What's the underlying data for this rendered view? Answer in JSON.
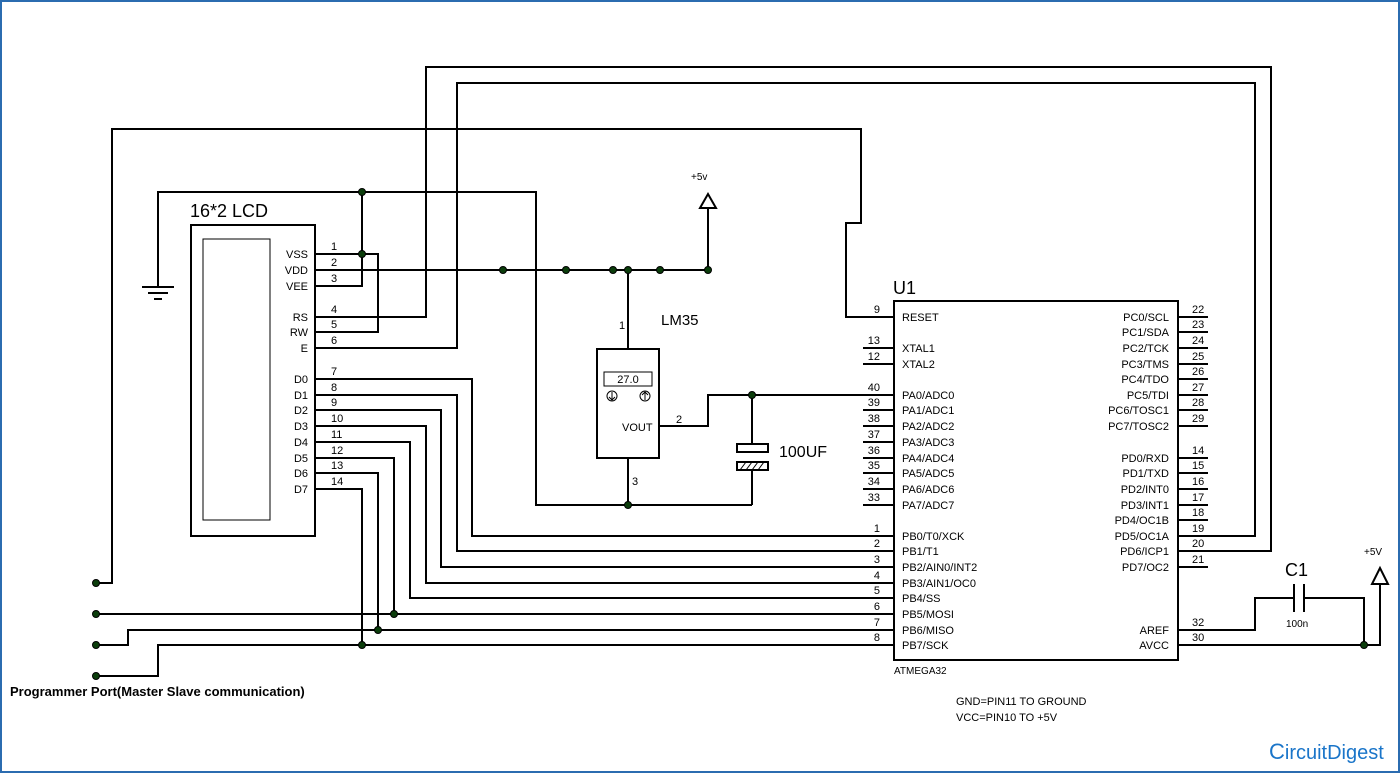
{
  "lcd": {
    "title": "16*2 LCD",
    "pins": [
      {
        "name": "VSS",
        "num": "1"
      },
      {
        "name": "VDD",
        "num": "2"
      },
      {
        "name": "VEE",
        "num": "3"
      },
      {
        "name": "RS",
        "num": "4"
      },
      {
        "name": "RW",
        "num": "5"
      },
      {
        "name": "E",
        "num": "6"
      },
      {
        "name": "D0",
        "num": "7"
      },
      {
        "name": "D1",
        "num": "8"
      },
      {
        "name": "D2",
        "num": "9"
      },
      {
        "name": "D3",
        "num": "10"
      },
      {
        "name": "D4",
        "num": "11"
      },
      {
        "name": "D5",
        "num": "12"
      },
      {
        "name": "D6",
        "num": "13"
      },
      {
        "name": "D7",
        "num": "14"
      }
    ]
  },
  "lm35": {
    "title": "LM35",
    "display": "27.0",
    "vout": "VOUT",
    "pin1": "1",
    "pin2": "2",
    "pin3": "3",
    "icon_left": "arrow-down-circle-icon",
    "icon_right": "arrow-up-circle-icon"
  },
  "capacitor_100uf": {
    "label": "100UF"
  },
  "power_top": {
    "label": "+5v"
  },
  "mcu": {
    "ref": "U1",
    "part": "ATMEGA32",
    "left_pins": [
      {
        "name": "RESET",
        "num": "9"
      },
      {
        "name": "XTAL1",
        "num": "13"
      },
      {
        "name": "XTAL2",
        "num": "12"
      },
      {
        "name": "PA0/ADC0",
        "num": "40"
      },
      {
        "name": "PA1/ADC1",
        "num": "39"
      },
      {
        "name": "PA2/ADC2",
        "num": "38"
      },
      {
        "name": "PA3/ADC3",
        "num": "37"
      },
      {
        "name": "PA4/ADC4",
        "num": "36"
      },
      {
        "name": "PA5/ADC5",
        "num": "35"
      },
      {
        "name": "PA6/ADC6",
        "num": "34"
      },
      {
        "name": "PA7/ADC7",
        "num": "33"
      },
      {
        "name": "PB0/T0/XCK",
        "num": "1"
      },
      {
        "name": "PB1/T1",
        "num": "2"
      },
      {
        "name": "PB2/AIN0/INT2",
        "num": "3"
      },
      {
        "name": "PB3/AIN1/OC0",
        "num": "4"
      },
      {
        "name": "PB4/SS",
        "num": "5"
      },
      {
        "name": "PB5/MOSI",
        "num": "6"
      },
      {
        "name": "PB6/MISO",
        "num": "7"
      },
      {
        "name": "PB7/SCK",
        "num": "8"
      }
    ],
    "right_pins": [
      {
        "name": "PC0/SCL",
        "num": "22"
      },
      {
        "name": "PC1/SDA",
        "num": "23"
      },
      {
        "name": "PC2/TCK",
        "num": "24"
      },
      {
        "name": "PC3/TMS",
        "num": "25"
      },
      {
        "name": "PC4/TDO",
        "num": "26"
      },
      {
        "name": "PC5/TDI",
        "num": "27"
      },
      {
        "name": "PC6/TOSC1",
        "num": "28"
      },
      {
        "name": "PC7/TOSC2",
        "num": "29"
      },
      {
        "name": "PD0/RXD",
        "num": "14"
      },
      {
        "name": "PD1/TXD",
        "num": "15"
      },
      {
        "name": "PD2/INT0",
        "num": "16"
      },
      {
        "name": "PD3/INT1",
        "num": "17"
      },
      {
        "name": "PD4/OC1B",
        "num": "18"
      },
      {
        "name": "PD5/OC1A",
        "num": "19"
      },
      {
        "name": "PD6/ICP1",
        "num": "20"
      },
      {
        "name": "PD7/OC2",
        "num": "21"
      },
      {
        "name": "AREF",
        "num": "32"
      },
      {
        "name": "AVCC",
        "num": "30"
      }
    ]
  },
  "c1": {
    "ref": "C1",
    "value": "100n"
  },
  "power_right": {
    "label": "+5V"
  },
  "programmer": {
    "label": "Programmer Port(Master Slave communication)"
  },
  "notes": {
    "gnd": "GND=PIN11  TO  GROUND",
    "vcc": "VCC=PIN10  TO  +5V"
  },
  "brand": {
    "name": "CircuitDigest",
    "prefix": "C",
    "suffix": "ircuitDigest"
  },
  "colors": {
    "frame": "#2b6cb0",
    "wire": "#000000",
    "junction": "#0b3d0b",
    "brand": "#1a75c9"
  }
}
